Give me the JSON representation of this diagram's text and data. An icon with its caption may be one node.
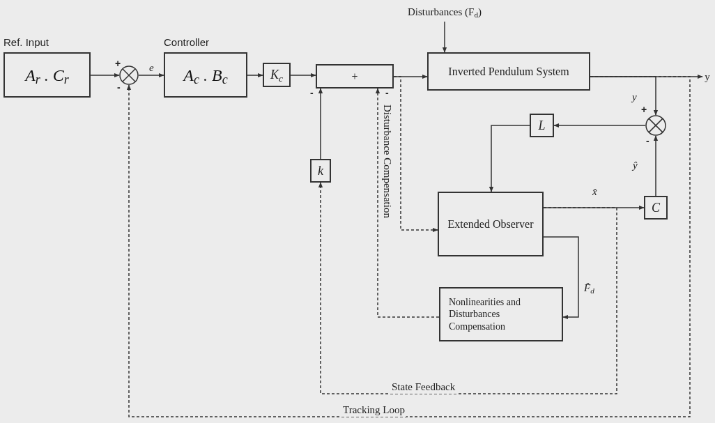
{
  "diagram": {
    "nodes": [
      {
        "text": [
          "Ref. Input",
          "A$_{r}$ . C$_{r}$"
        ]
      },
      {
        "text": [],
        "shape": "circle"
      },
      {
        "text": [
          "Controller",
          "A$_{c}$ . B$_{c}$"
        ]
      },
      {
        "text": [
          "K$_{c}$"
        ]
      },
      {
        "text": [
          "+"
        ]
      },
      {
        "text": [
          "Inverted Pendulum System"
        ]
      },
      {
        "text": [
          "Disturbances (F$_{d}$)"
        ]
      },
      {
        "text": [
          "y"
        ]
      },
      {
        "text": [],
        "shape": "circle"
      },
      {
        "text": [
          "L"
        ]
      },
      {
        "text": [
          "k"
        ]
      },
      {
        "text": [
          "Extended Observer"
        ]
      },
      {
        "text": [
          "C"
        ]
      },
      {
        "text": [
          "Nonlinearities and Disturbances Compensation"
        ]
      }
    ],
    "edges": [
      {
        "from": 0,
        "to": 1,
        "arrow": "to"
      },
      {
        "from": 1,
        "to": 2,
        "arrow": "to",
        "label": "e"
      },
      {
        "from": 2,
        "to": 3,
        "arrow": "to"
      },
      {
        "from": 3,
        "to": 4,
        "arrow": "to"
      },
      {
        "from": 4,
        "to": 5,
        "arrow": "to"
      },
      {
        "from": 6,
        "to": 5,
        "arrow": "to"
      },
      {
        "from": 5,
        "to": 7,
        "arrow": "to"
      },
      {
        "from": 5,
        "to": 8,
        "arrow": "to",
        "label": "y"
      },
      {
        "from": 8,
        "to": 9,
        "arrow": "to"
      },
      {
        "from": 9,
        "to": 11,
        "arrow": "to"
      },
      {
        "from": 4,
        "to": 11,
        "arrow": "to",
        "style": "dashed"
      },
      {
        "from": 11,
        "to": 12,
        "arrow": "to",
        "label": "x̂"
      },
      {
        "from": 12,
        "to": 8,
        "arrow": "to",
        "label": "ŷ"
      },
      {
        "from": 11,
        "to": 13,
        "arrow": "to",
        "label": "F̂$_{d}$"
      },
      {
        "from": 13,
        "to": 4,
        "arrow": "to",
        "style": "dashed",
        "label": "Disturbance Compensation"
      },
      {
        "from": 11,
        "to": 10,
        "arrow": "to",
        "style": "dashed",
        "label": "State Feedback"
      },
      {
        "from": 10,
        "to": 4,
        "arrow": "to"
      },
      {
        "from": 5,
        "to": 1,
        "arrow": "to",
        "style": "dashed",
        "label": "Tracking Loop"
      }
    ],
    "labels": [
      "+",
      "-",
      "-",
      "-",
      "+",
      "-"
    ]
  }
}
